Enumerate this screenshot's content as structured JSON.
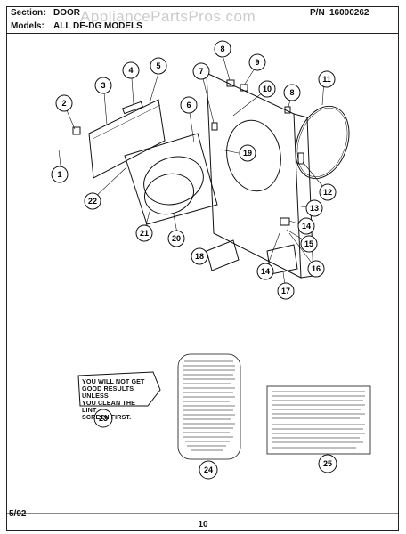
{
  "header": {
    "section_label": "Section:",
    "section_value": "DOOR",
    "pn_label": "P/N",
    "pn_value": "16000262",
    "models_label": "Models:",
    "models_value": "ALL DE-DG MODELS",
    "watermark": "AppliancePartsPros.com"
  },
  "footer": {
    "date": "5/92",
    "page": "10"
  },
  "callouts": [
    "1",
    "2",
    "3",
    "4",
    "5",
    "6",
    "7",
    "8",
    "8",
    "9",
    "10",
    "11",
    "12",
    "13",
    "14",
    "14",
    "15",
    "16",
    "17",
    "18",
    "19",
    "20",
    "21",
    "22",
    "23",
    "24",
    "25"
  ],
  "label_23": {
    "line1": "YOU WILL NOT GET",
    "line2": "GOOD RESULTS UNLESS",
    "line3": "YOU CLEAN THE LINT",
    "line4": "SCREEN FIRST."
  }
}
